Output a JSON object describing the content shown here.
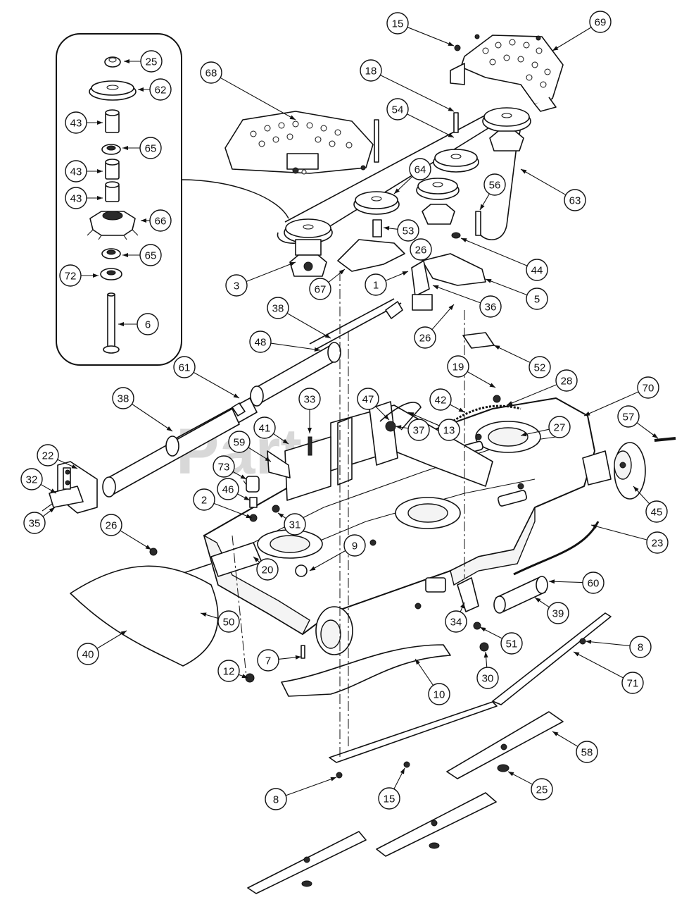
{
  "watermark": {
    "text": "PartsTree",
    "tm": "TM"
  },
  "callouts": [
    {
      "id": "c-25a",
      "label": "25"
    },
    {
      "id": "c-62",
      "label": "62"
    },
    {
      "id": "c-43a",
      "label": "43"
    },
    {
      "id": "c-65a",
      "label": "65"
    },
    {
      "id": "c-43b",
      "label": "43"
    },
    {
      "id": "c-43c",
      "label": "43"
    },
    {
      "id": "c-66",
      "label": "66"
    },
    {
      "id": "c-65b",
      "label": "65"
    },
    {
      "id": "c-72",
      "label": "72"
    },
    {
      "id": "c-6",
      "label": "6"
    },
    {
      "id": "c-68",
      "label": "68"
    },
    {
      "id": "c-15a",
      "label": "15"
    },
    {
      "id": "c-69",
      "label": "69"
    },
    {
      "id": "c-18",
      "label": "18"
    },
    {
      "id": "c-54",
      "label": "54"
    },
    {
      "id": "c-64",
      "label": "64"
    },
    {
      "id": "c-56",
      "label": "56"
    },
    {
      "id": "c-63",
      "label": "63"
    },
    {
      "id": "c-53",
      "label": "53"
    },
    {
      "id": "c-26a",
      "label": "26"
    },
    {
      "id": "c-44",
      "label": "44"
    },
    {
      "id": "c-3",
      "label": "3"
    },
    {
      "id": "c-67",
      "label": "67"
    },
    {
      "id": "c-1",
      "label": "1"
    },
    {
      "id": "c-5",
      "label": "5"
    },
    {
      "id": "c-36",
      "label": "36"
    },
    {
      "id": "c-38a",
      "label": "38"
    },
    {
      "id": "c-48",
      "label": "48"
    },
    {
      "id": "c-26b",
      "label": "26"
    },
    {
      "id": "c-52",
      "label": "52"
    },
    {
      "id": "c-61",
      "label": "61"
    },
    {
      "id": "c-19",
      "label": "19"
    },
    {
      "id": "c-28",
      "label": "28"
    },
    {
      "id": "c-70",
      "label": "70"
    },
    {
      "id": "c-38b",
      "label": "38"
    },
    {
      "id": "c-33",
      "label": "33"
    },
    {
      "id": "c-47",
      "label": "47"
    },
    {
      "id": "c-42",
      "label": "42"
    },
    {
      "id": "c-57",
      "label": "57"
    },
    {
      "id": "c-22",
      "label": "22"
    },
    {
      "id": "c-41",
      "label": "41"
    },
    {
      "id": "c-37",
      "label": "37"
    },
    {
      "id": "c-13",
      "label": "13"
    },
    {
      "id": "c-27",
      "label": "27"
    },
    {
      "id": "c-59",
      "label": "59"
    },
    {
      "id": "c-32",
      "label": "32"
    },
    {
      "id": "c-73",
      "label": "73"
    },
    {
      "id": "c-45",
      "label": "45"
    },
    {
      "id": "c-46",
      "label": "46"
    },
    {
      "id": "c-35",
      "label": "35"
    },
    {
      "id": "c-2",
      "label": "2"
    },
    {
      "id": "c-31",
      "label": "31"
    },
    {
      "id": "c-26c",
      "label": "26"
    },
    {
      "id": "c-23",
      "label": "23"
    },
    {
      "id": "c-9",
      "label": "9"
    },
    {
      "id": "c-20",
      "label": "20"
    },
    {
      "id": "c-60",
      "label": "60"
    },
    {
      "id": "c-39",
      "label": "39"
    },
    {
      "id": "c-34",
      "label": "34"
    },
    {
      "id": "c-50",
      "label": "50"
    },
    {
      "id": "c-51",
      "label": "51"
    },
    {
      "id": "c-8a",
      "label": "8"
    },
    {
      "id": "c-40",
      "label": "40"
    },
    {
      "id": "c-7",
      "label": "7"
    },
    {
      "id": "c-30",
      "label": "30"
    },
    {
      "id": "c-71",
      "label": "71"
    },
    {
      "id": "c-12",
      "label": "12"
    },
    {
      "id": "c-10",
      "label": "10"
    },
    {
      "id": "c-58",
      "label": "58"
    },
    {
      "id": "c-8b",
      "label": "8"
    },
    {
      "id": "c-15b",
      "label": "15"
    },
    {
      "id": "c-25b",
      "label": "25"
    }
  ]
}
